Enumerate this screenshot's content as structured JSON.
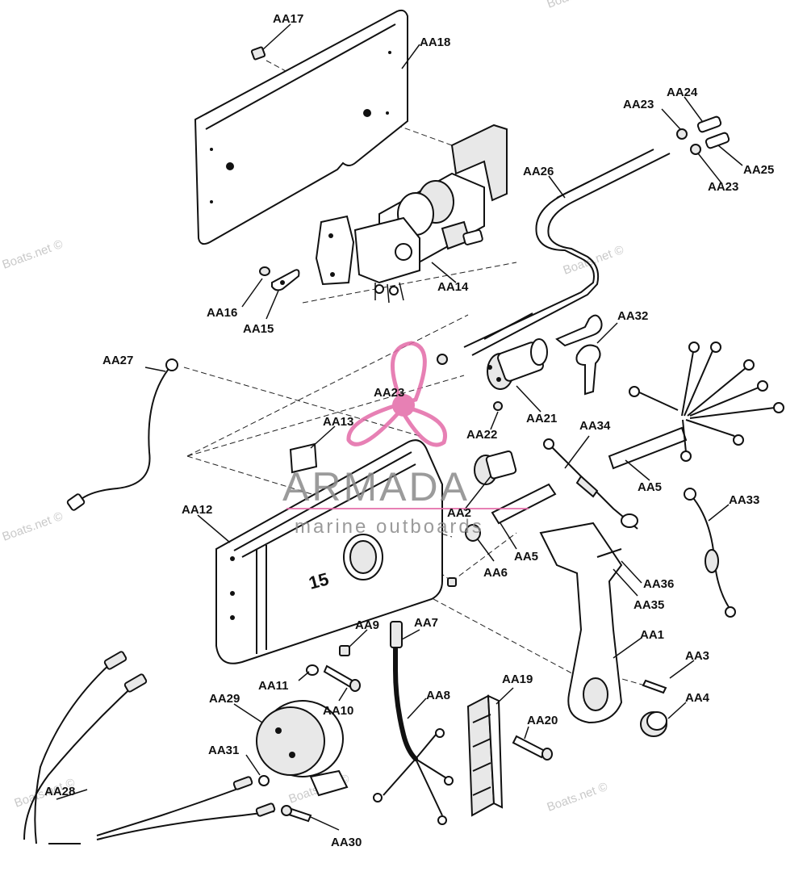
{
  "labels": {
    "aa1": "AA1",
    "aa2": "AA2",
    "aa3": "AA3",
    "aa4": "AA4",
    "aa5a": "AA5",
    "aa5b": "AA5",
    "aa6": "AA6",
    "aa7": "AA7",
    "aa8": "AA8",
    "aa9": "AA9",
    "aa10": "AA10",
    "aa11": "AA11",
    "aa12": "AA12",
    "aa13": "AA13",
    "aa14": "AA14",
    "aa15": "AA15",
    "aa16": "AA16",
    "aa17": "AA17",
    "aa18": "AA18",
    "aa19": "AA19",
    "aa20": "AA20",
    "aa21": "AA21",
    "aa22": "AA22",
    "aa23a": "AA23",
    "aa23b": "AA23",
    "aa23c": "AA23",
    "aa24": "AA24",
    "aa25": "AA25",
    "aa26": "AA26",
    "aa27": "AA27",
    "aa28": "AA28",
    "aa29": "AA29",
    "aa30": "AA30",
    "aa31": "AA31",
    "aa32": "AA32",
    "aa33": "AA33",
    "aa34": "AA34",
    "aa35": "AA35",
    "aa36": "AA36"
  },
  "watermarks": {
    "boats1": "Boats.net ©",
    "boats2": "Boats.net ©",
    "boats3": "Boats.net ©",
    "boats4": "Boats.net ©",
    "boats5": "Boats.net ©",
    "boats6": "Boats.net ©",
    "boats7": "Boats.net ©",
    "boats8": "Boats.net ©"
  },
  "brand": {
    "name": "ARMADA",
    "tagline": "marine outboards",
    "logo_color": "#e36aa8"
  },
  "housing_badge": "15"
}
